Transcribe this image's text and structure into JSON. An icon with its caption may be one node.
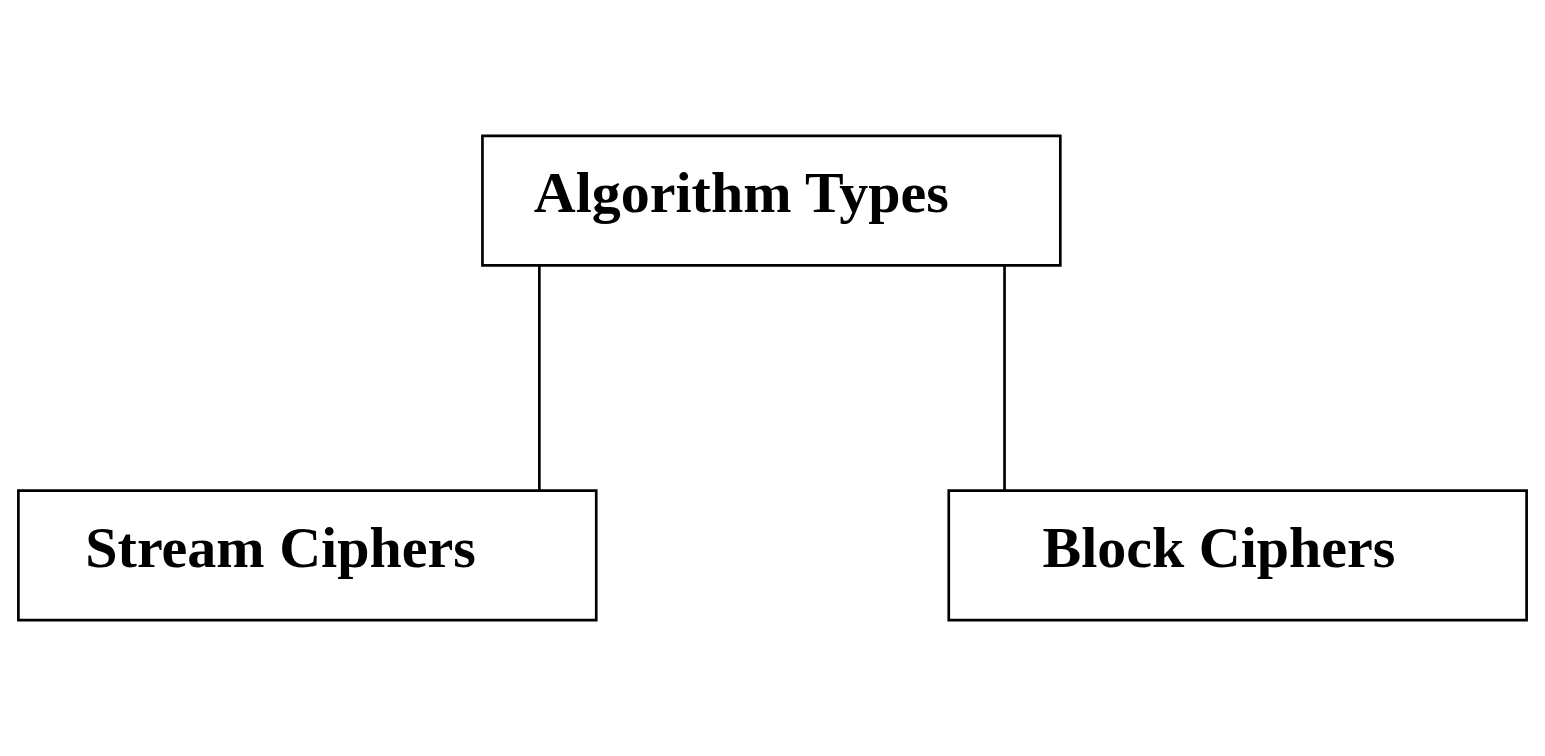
{
  "diagram": {
    "nodes": [
      {
        "text": [
          "Algorithm Types"
        ]
      },
      {
        "text": [
          "Stream Ciphers"
        ]
      },
      {
        "text": [
          "Block Ciphers"
        ]
      }
    ],
    "edges": [
      {
        "from": 0,
        "to": 1,
        "arrow": "none"
      },
      {
        "from": 0,
        "to": 2,
        "arrow": "none"
      }
    ]
  }
}
